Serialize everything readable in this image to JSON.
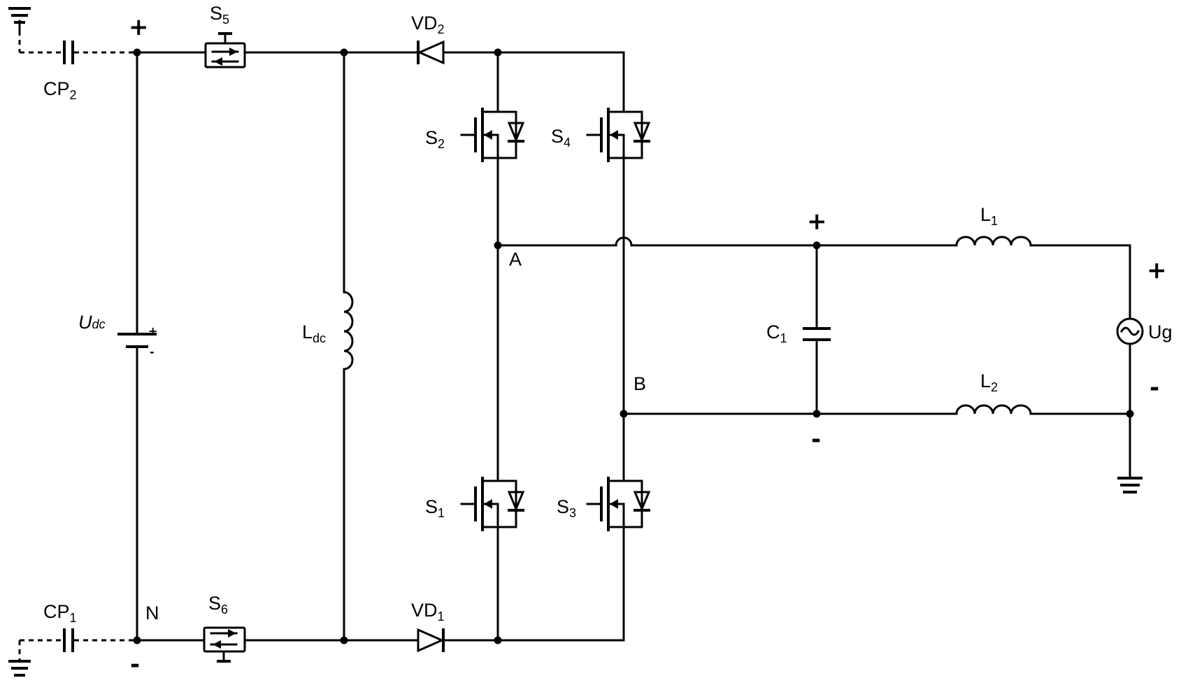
{
  "labels": {
    "cp2": {
      "main": "CP",
      "sub": "2"
    },
    "cp1": {
      "main": "CP",
      "sub": "1"
    },
    "s5": {
      "main": "S",
      "sub": "5"
    },
    "s6": {
      "main": "S",
      "sub": "6"
    },
    "vd2": {
      "main": "VD",
      "sub": "2"
    },
    "vd1": {
      "main": "VD",
      "sub": "1"
    },
    "s2": {
      "main": "S",
      "sub": "2"
    },
    "s4": {
      "main": "S",
      "sub": "4"
    },
    "s1": {
      "main": "S",
      "sub": "1"
    },
    "s3": {
      "main": "S",
      "sub": "3"
    },
    "ldc": {
      "main": "L",
      "sub": "dc"
    },
    "udc": {
      "main": "U",
      "sub": "dc"
    },
    "c1": {
      "main": "C",
      "sub": "1"
    },
    "l1": {
      "main": "L",
      "sub": "1"
    },
    "l2": {
      "main": "L",
      "sub": "2"
    },
    "node_a": "A",
    "node_b": "B",
    "node_n": "N",
    "ug": "Ug"
  },
  "signs": {
    "dc_top_plus": "+",
    "dc_bottom_minus": "-",
    "cap_plus": "+",
    "cap_minus": "-",
    "grid_plus": "+",
    "grid_minus": "-",
    "battery_plus": "+",
    "battery_minus": "-"
  },
  "colors": {
    "wire": "#000000",
    "background": "#ffffff"
  }
}
